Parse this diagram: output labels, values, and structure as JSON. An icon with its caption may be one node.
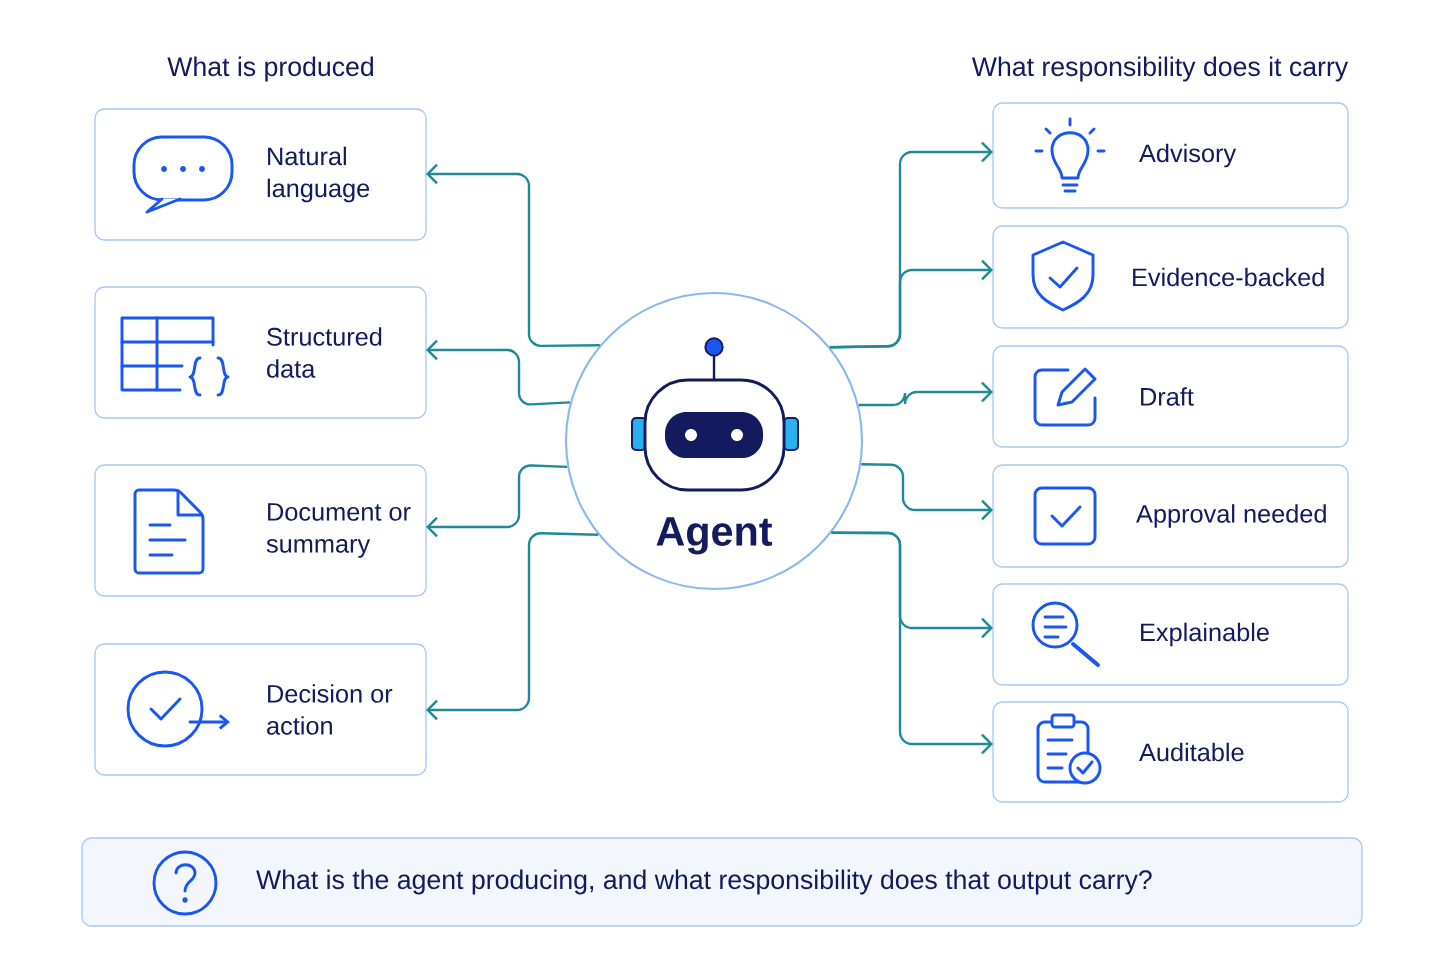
{
  "diagram": {
    "nodes": [
      {
        "text": [
          "Agent"
        ]
      },
      {
        "text": [
          "Natural language"
        ]
      },
      {
        "text": [
          "Structured data"
        ]
      },
      {
        "text": [
          "Document or summary"
        ]
      },
      {
        "text": [
          "Decision or action"
        ]
      },
      {
        "text": [
          "Advisory"
        ]
      },
      {
        "text": [
          "Evidence-backed"
        ]
      },
      {
        "text": [
          "Draft"
        ]
      },
      {
        "text": [
          "Approval needed"
        ]
      },
      {
        "text": [
          "Explainable"
        ]
      },
      {
        "text": [
          "Auditable"
        ]
      },
      {
        "text": [
          "What is the agent producing, and what responsibility does that output carry?"
        ]
      }
    ],
    "edges": [
      {
        "from": 0,
        "to": 1,
        "arrow": "to"
      },
      {
        "from": 0,
        "to": 2,
        "arrow": "to"
      },
      {
        "from": 0,
        "to": 3,
        "arrow": "to"
      },
      {
        "from": 0,
        "to": 4,
        "arrow": "to"
      },
      {
        "from": 0,
        "to": 5,
        "arrow": "to"
      },
      {
        "from": 0,
        "to": 6,
        "arrow": "to"
      },
      {
        "from": 0,
        "to": 7,
        "arrow": "to"
      },
      {
        "from": 0,
        "to": 8,
        "arrow": "to"
      },
      {
        "from": 0,
        "to": 9,
        "arrow": "to"
      },
      {
        "from": 0,
        "to": 10,
        "arrow": "to"
      }
    ],
    "labels": [
      "What is produced",
      "What responsibility does it carry"
    ]
  }
}
